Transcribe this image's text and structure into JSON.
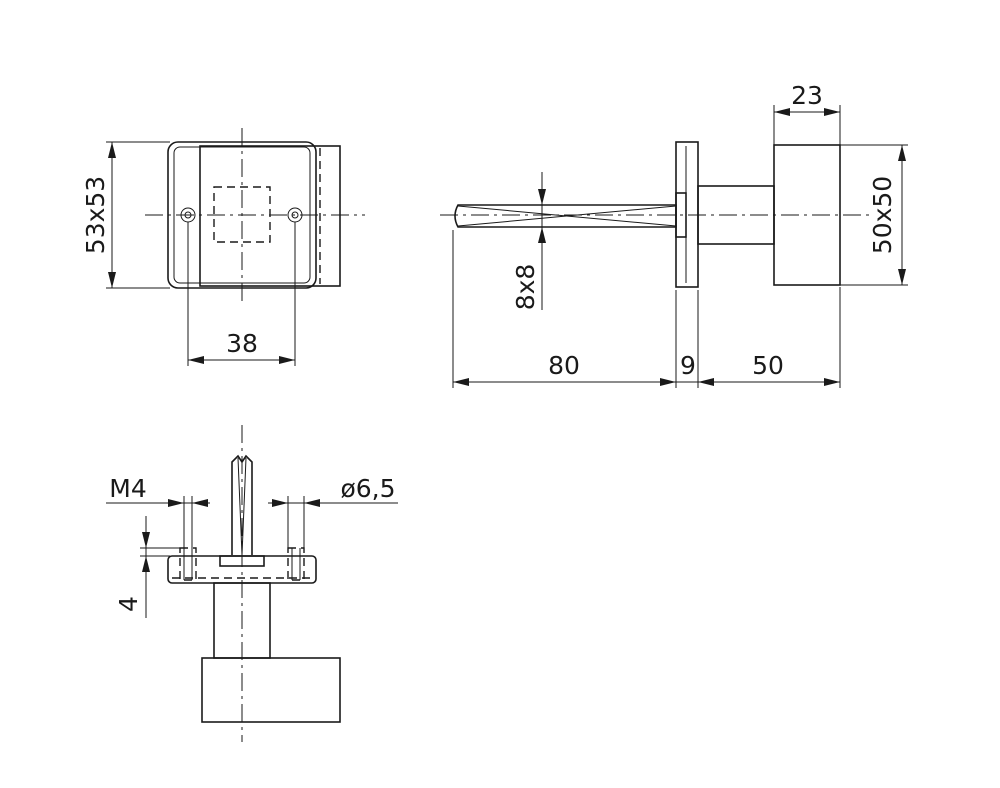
{
  "views": {
    "front": {
      "dim_height": "53x53",
      "dim_width": "38"
    },
    "side": {
      "dim_top": "23",
      "dim_right": "50x50",
      "dim_shaft": "8x8",
      "dim_length": "80",
      "dim_flange": "9",
      "dim_body": "50"
    },
    "bottom": {
      "dim_thread": "M4",
      "dim_hole": "ø6,5",
      "dim_depth": "4"
    }
  }
}
